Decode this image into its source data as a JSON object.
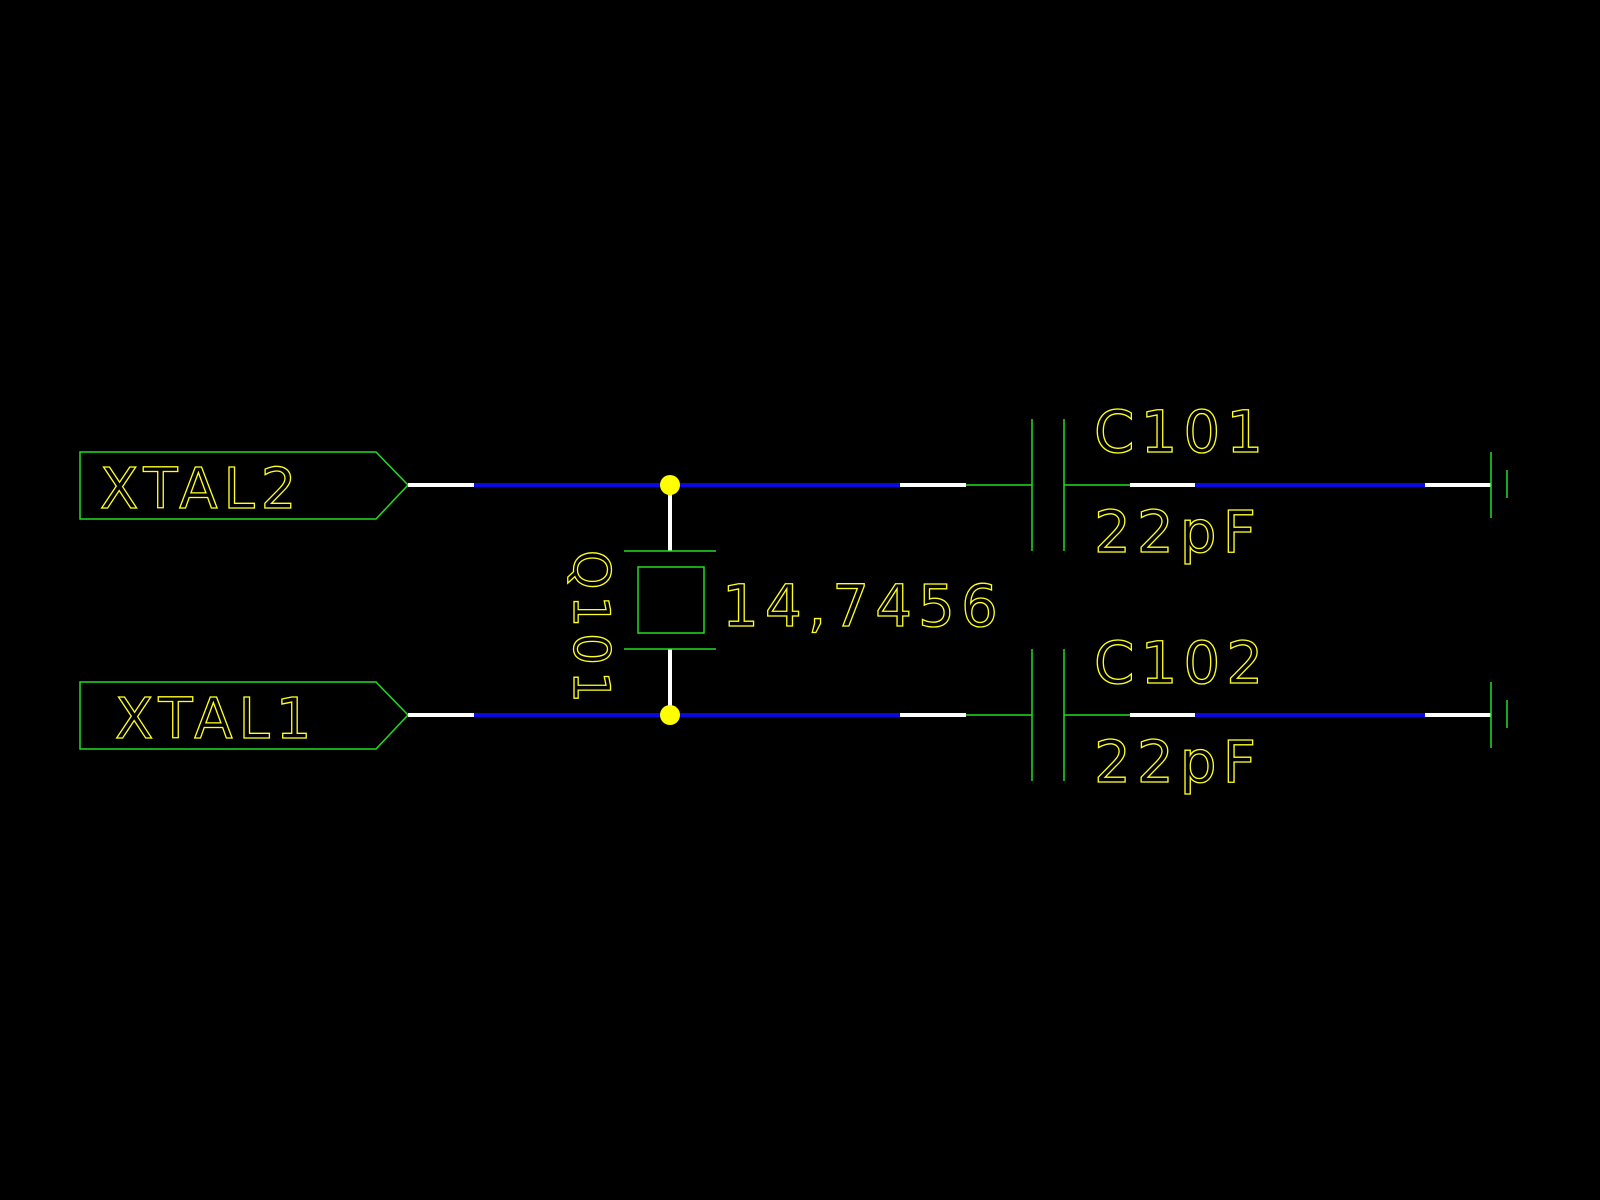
{
  "schematic": {
    "net_labels": [
      "XTAL2",
      "XTAL1"
    ],
    "crystal": {
      "ref": "Q101",
      "value": "14,7456"
    },
    "capacitors": [
      {
        "ref": "C101",
        "value": "22pF"
      },
      {
        "ref": "C102",
        "value": "22pF"
      }
    ]
  },
  "colors": {
    "background": "#000000",
    "wire": "#0a0ae0",
    "pin": "#ffffff",
    "symbol": "#22dd22",
    "text": "#ffff22",
    "junction": "#ffff00"
  }
}
